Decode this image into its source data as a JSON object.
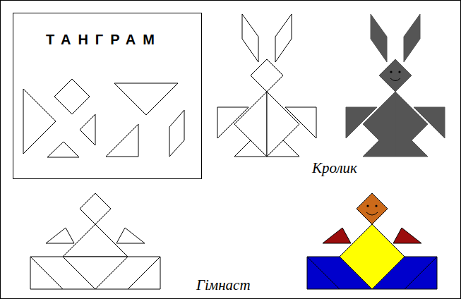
{
  "diagram": {
    "nodes": [
      {
        "text": [
          "ТАНГРАМ"
        ]
      }
    ],
    "labels": [
      "Кролик",
      "Гімнаст"
    ]
  }
}
